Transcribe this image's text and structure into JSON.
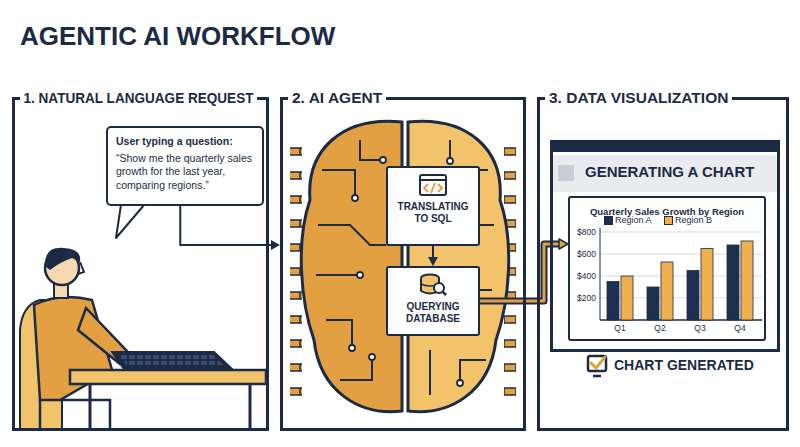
{
  "diagram": {
    "title": "AGENTIC AI WORKFLOW",
    "nodes": [
      {
        "text": [
          "1. NATURAL LANGUAGE REQUEST"
        ]
      },
      {
        "text": [
          "User typing a question:",
          "“Show me the quarterly sales growth for the last year, comparing regions.”"
        ],
        "in": 0
      },
      {
        "text": [
          "2. AI AGENT"
        ]
      },
      {
        "text": [
          "TRANSLATING TO SQL"
        ],
        "in": 2
      },
      {
        "text": [
          "QUERYING DATABASE"
        ],
        "in": 2
      },
      {
        "text": [
          "3. DATA VISUALIZATION"
        ]
      },
      {
        "text": [
          "GENERATING A CHART"
        ],
        "in": 5
      },
      {
        "text": [
          "Quarterly Sales Growth by Region"
        ],
        "in": 6
      }
    ],
    "edges": [
      {
        "from": 1,
        "to": 2,
        "arrow": "to"
      },
      {
        "from": 3,
        "to": 4,
        "arrow": "to"
      },
      {
        "from": 4,
        "to": 7,
        "arrow": "to"
      }
    ],
    "labels": [
      "$800",
      "$600",
      "$400",
      "$200",
      "Q1",
      "Q2",
      "Q3",
      "Q4",
      "CHART GENERATED"
    ],
    "legend": [
      {
        "text": "Region A",
        "color": "#1f2f4f"
      },
      {
        "text": "Region B",
        "color": "#f0b050"
      }
    ]
  }
}
